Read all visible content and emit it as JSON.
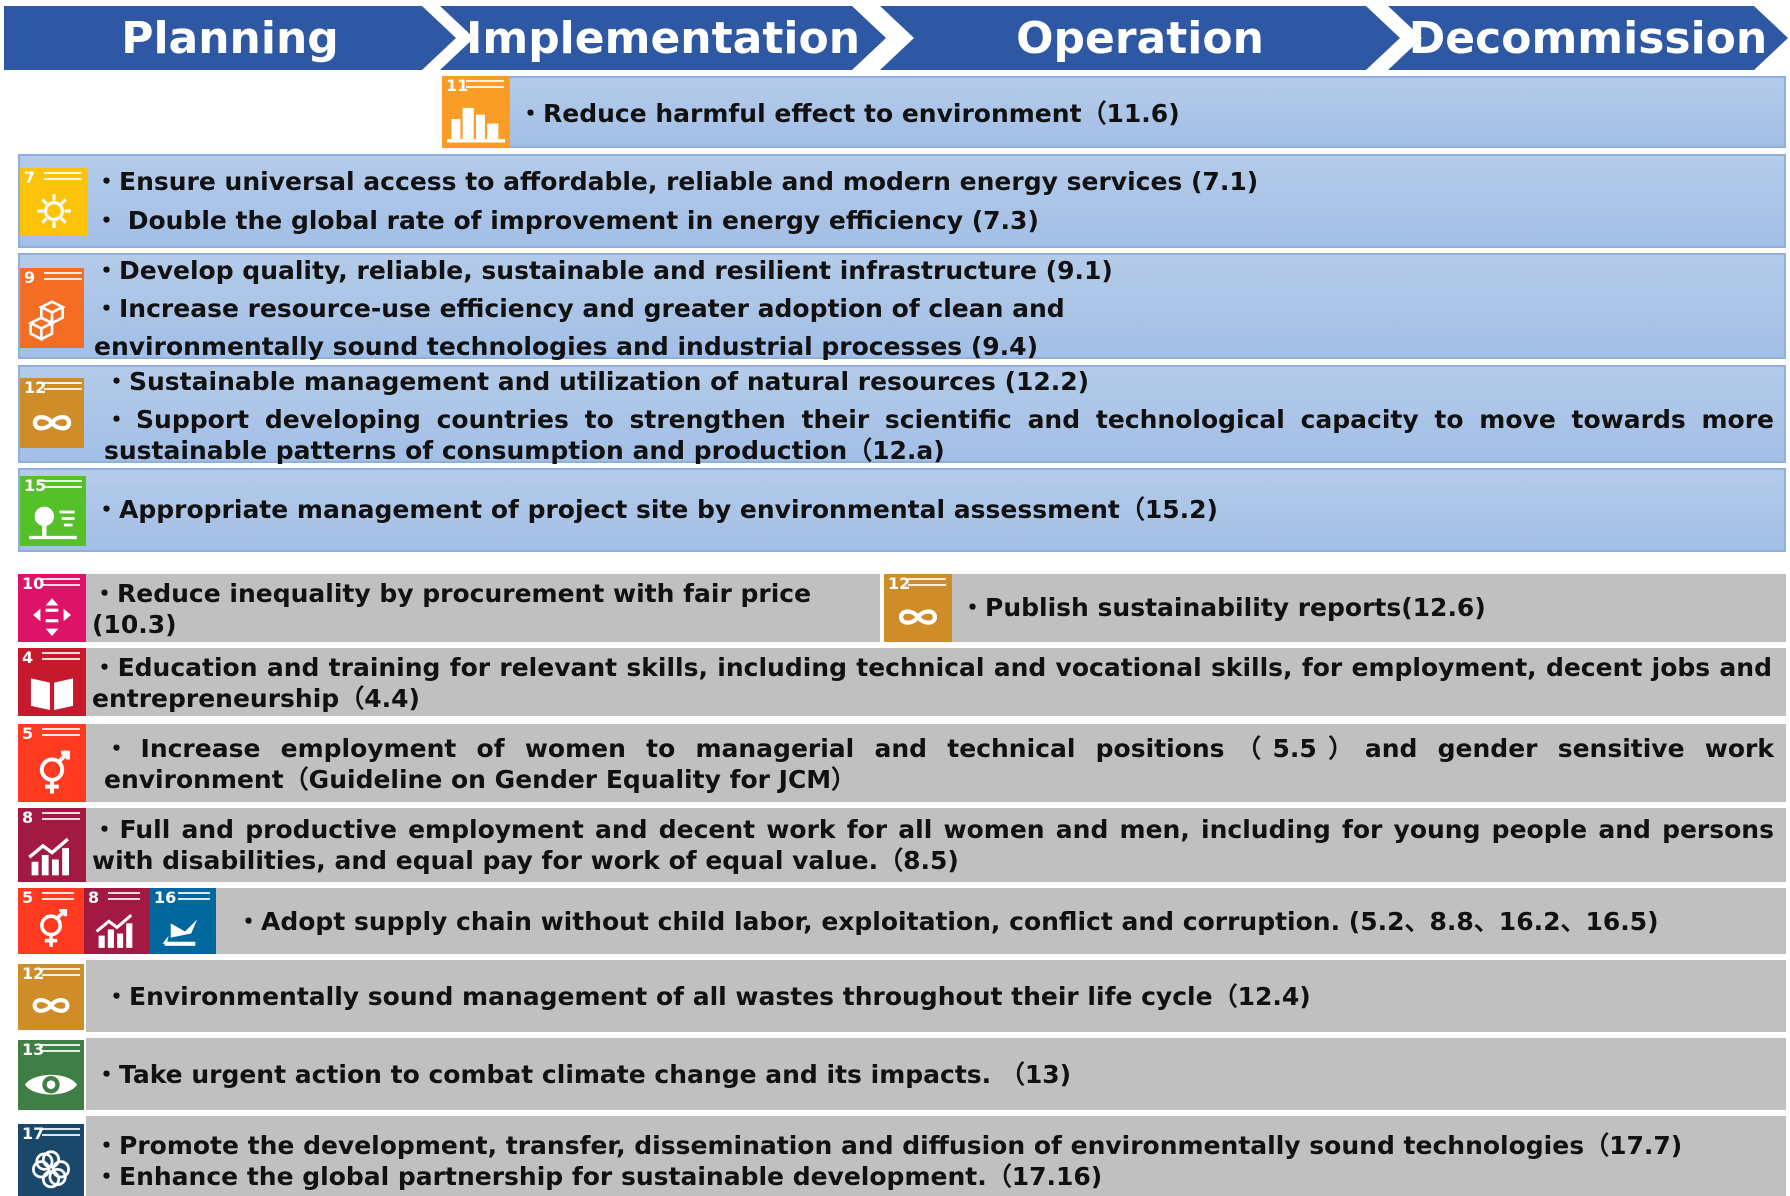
{
  "phases": [
    "Planning",
    "Implementation",
    "Operation",
    "Decommission"
  ],
  "goals": {
    "g11": {
      "number": "11",
      "color": "#f99d26"
    },
    "g7": {
      "number": "7",
      "color": "#fcc30b"
    },
    "g9": {
      "number": "9",
      "color": "#f36d25"
    },
    "g12": {
      "number": "12",
      "color": "#cf8d2a"
    },
    "g15": {
      "number": "15",
      "color": "#56c02b"
    },
    "g10": {
      "number": "10",
      "color": "#dd1367"
    },
    "g4": {
      "number": "4",
      "color": "#c5192d"
    },
    "g5": {
      "number": "5",
      "color": "#ff3a21"
    },
    "g8": {
      "number": "8",
      "color": "#a21942"
    },
    "g16": {
      "number": "16",
      "color": "#00689d"
    },
    "g13": {
      "number": "13",
      "color": "#3f7e44"
    },
    "g17": {
      "number": "17",
      "color": "#19486a"
    }
  },
  "rows": {
    "r1": [
      "・Reduce harmful effect to environment（11.6)"
    ],
    "r2": [
      "・Ensure universal access to affordable, reliable and modern energy services (7.1)",
      "・ Double the global rate of improvement in energy efficiency (7.3)"
    ],
    "r3": [
      "・Develop quality, reliable, sustainable and resilient infrastructure (9.1)",
      "・Increase resource-use efficiency and  greater adoption of clean and",
      "environmentally sound technologies and industrial processes (9.4)"
    ],
    "r4": [
      "・Sustainable management and utilization of natural resources (12.2)",
      "・Support developing countries to strengthen their scientific and technological capacity to move towards more sustainable patterns of consumption and production（12.a)"
    ],
    "r5": [
      "・Appropriate management of project site by environmental assessment（15.2)"
    ],
    "r6a": [
      "・Reduce inequality by procurement with fair price (10.3)"
    ],
    "r6b": [
      "・Publish sustainability reports(12.6)"
    ],
    "r7": [
      "・Education and training for relevant skills, including technical and vocational skills, for employment, decent jobs and entrepreneurship（4.4)"
    ],
    "r8": [
      "・Increase employment of women to managerial and technical positions（5.5）and gender sensitive work environment（Guideline on Gender Equality for JCM）"
    ],
    "r9": [
      "・Full and productive employment and decent work for all women and men, including for young people and persons with disabilities, and equal pay for work of equal value.（8.5)"
    ],
    "r10": [
      "・Adopt supply chain without child labor, exploitation, conflict and corruption. (5.2、8.8、16.2、16.5)"
    ],
    "r11": [
      "・Environmentally sound management of all wastes throughout their life cycle（12.4)"
    ],
    "r12": [
      "・Take urgent action to combat climate change and its impacts. （13)"
    ],
    "r13": [
      "・Promote the development, transfer, dissemination and diffusion of environmentally sound technologies（17.7)",
      "・Enhance the global partnership for sustainable development.（17.16)"
    ]
  }
}
